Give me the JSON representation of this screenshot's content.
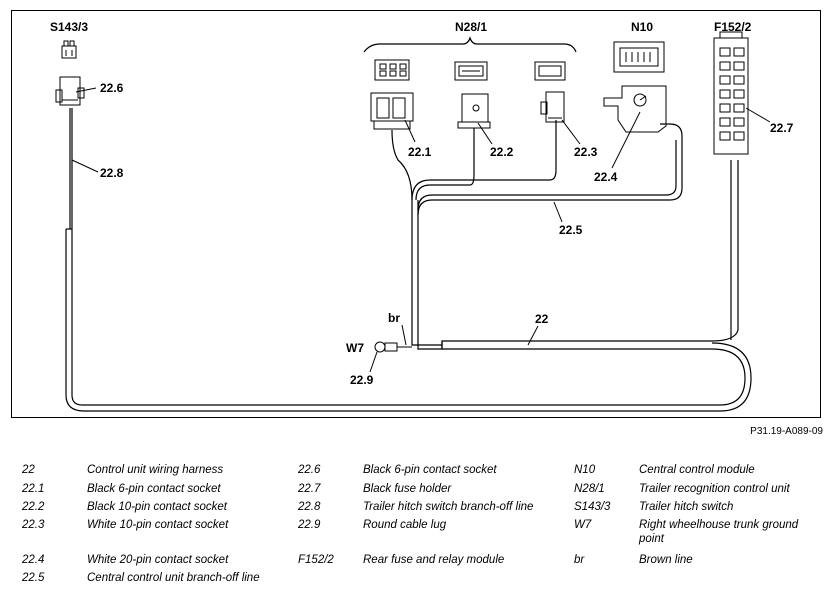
{
  "diagram": {
    "labels": {
      "s143_3": "S143/3",
      "n28_1": "N28/1",
      "n10": "N10",
      "f152_2": "F152/2",
      "c22_1": "22.1",
      "c22_2": "22.2",
      "c22_3": "22.3",
      "c22_4": "22.4",
      "c22_5": "22.5",
      "c22_6": "22.6",
      "c22_7": "22.7",
      "c22_8": "22.8",
      "c22_9": "22.9",
      "c22": "22",
      "br": "br",
      "w7": "W7"
    },
    "figure_id": "P31.19-A089-09"
  },
  "legend": {
    "col1": [
      {
        "code": "22",
        "text": "Control unit wiring harness"
      },
      {
        "code": "22.1",
        "text": "Black 6-pin contact socket"
      },
      {
        "code": "22.2",
        "text": "Black 10-pin contact socket"
      },
      {
        "code": "22.3",
        "text": "White 10-pin contact socket"
      },
      {
        "code": "22.4",
        "text": "White 20-pin contact socket"
      },
      {
        "code": "22.5",
        "text": "Central control unit branch-off line"
      }
    ],
    "col2": [
      {
        "code": "22.6",
        "text": "Black 6-pin contact socket"
      },
      {
        "code": "22.7",
        "text": "Black fuse holder"
      },
      {
        "code": "22.8",
        "text": "Trailer hitch switch branch-off line"
      },
      {
        "code": "22.9",
        "text": "Round cable lug"
      },
      {
        "code": "F152/2",
        "text": "Rear fuse and relay module"
      }
    ],
    "col3": [
      {
        "code": "N10",
        "text": "Central control module"
      },
      {
        "code": "N28/1",
        "text": "Trailer recognition control unit"
      },
      {
        "code": "S143/3",
        "text": "Trailer hitch switch"
      },
      {
        "code": "W7",
        "text": "Right wheelhouse trunk ground point"
      },
      {
        "code": "br",
        "text": "Brown line"
      }
    ]
  }
}
